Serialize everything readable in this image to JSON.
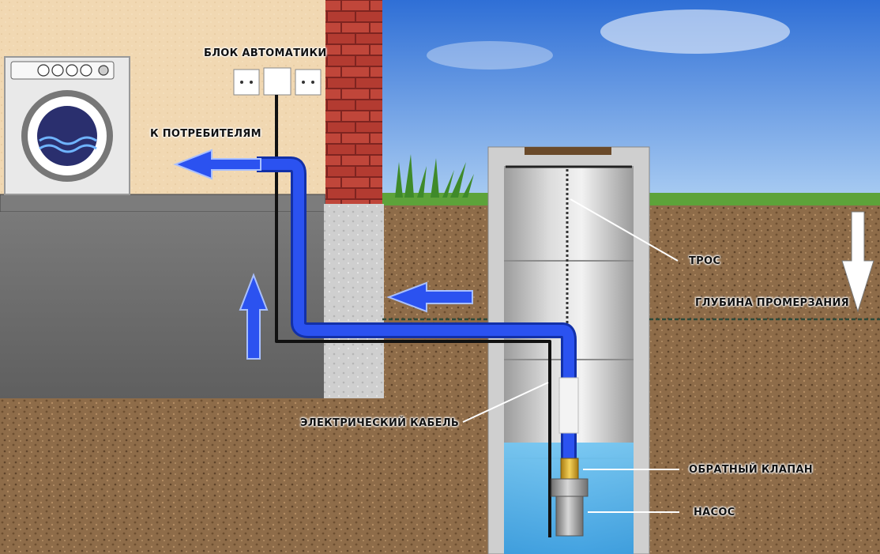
{
  "diagram": {
    "labels": {
      "automation_block": "БЛОК АВТОМАТИКИ",
      "to_consumers": "К ПОТРЕБИТЕЛЯМ",
      "cable_rope": "ТРОС",
      "freezing_depth": "ГЛУБИНА ПРОМЕРЗАНИЯ",
      "electric_cable": "ЭЛЕКТРИЧЕСКИЙ КАБЕЛЬ",
      "check_valve": "ОБРАТНЫЙ КЛАПАН",
      "pump": "НАСОС"
    },
    "colors": {
      "sky": "#4f8fe0",
      "soil": "#8b6a48",
      "house_wall": "#f0d9b5",
      "brick": "#b5372e",
      "foundation": "#6f6f6f",
      "pipe_blue": "#1e3fd8",
      "water": "#5bb6ec",
      "grass": "#5da33a"
    },
    "icons": [
      "washing-machine-icon",
      "socket-icon",
      "arrow-icon"
    ]
  }
}
